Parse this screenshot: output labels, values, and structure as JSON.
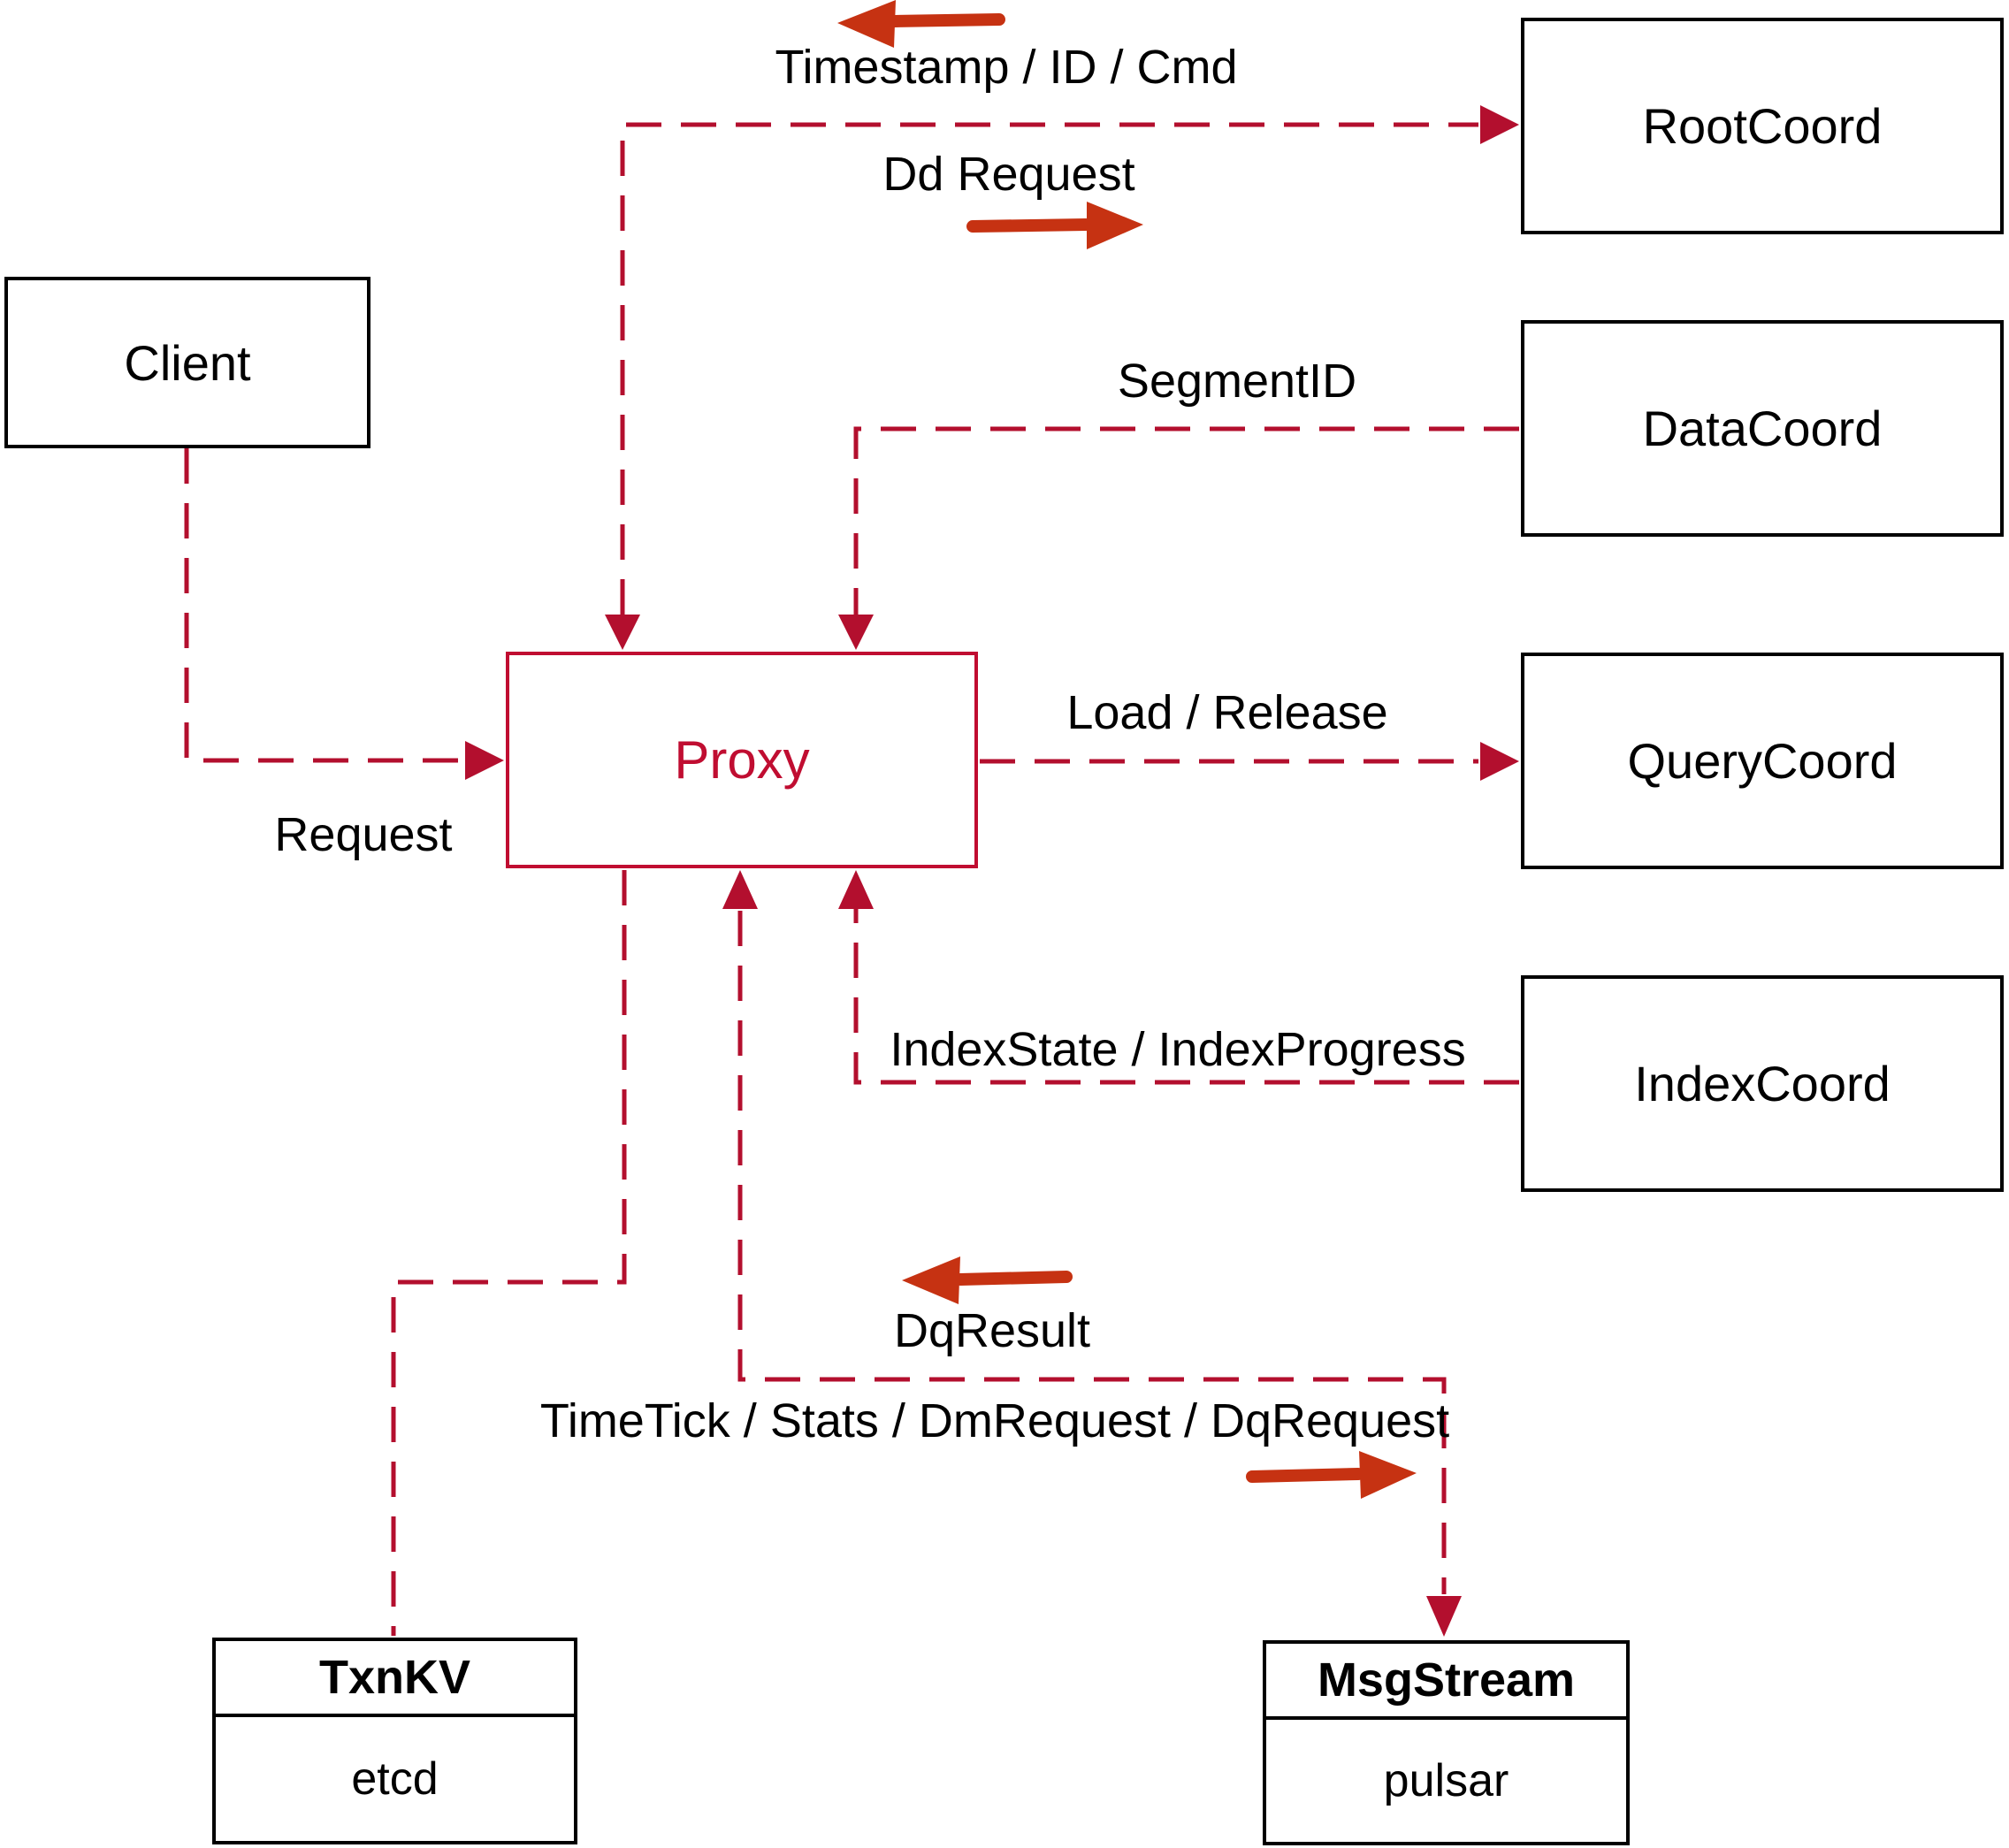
{
  "theme": {
    "dashed_line_red": "#b30f2e",
    "solid_arrow_red": "#c63212",
    "proxy_red": "#c00d31",
    "box_border": "#000000",
    "text_color": "#000000",
    "background": "#ffffff"
  },
  "nodes": {
    "client": {
      "label": "Client"
    },
    "proxy": {
      "label": "Proxy"
    },
    "root_coord": {
      "label": "RootCoord"
    },
    "data_coord": {
      "label": "DataCoord"
    },
    "query_coord": {
      "label": "QueryCoord"
    },
    "index_coord": {
      "label": "IndexCoord"
    },
    "txn_kv": {
      "title": "TxnKV",
      "impl": "etcd"
    },
    "msg_stream": {
      "title": "MsgStream",
      "impl": "pulsar"
    }
  },
  "edges": {
    "client_to_proxy": {
      "label": "Request"
    },
    "proxy_rootcoord_return": {
      "label": "Timestamp / ID / Cmd"
    },
    "proxy_rootcoord_send": {
      "label": "Dd Request"
    },
    "datacoord_to_proxy": {
      "label": "SegmentID"
    },
    "proxy_to_querycoord": {
      "label": "Load / Release"
    },
    "indexcoord_to_proxy": {
      "label": "IndexState / IndexProgress"
    },
    "msgstream_to_proxy": {
      "label": "DqResult"
    },
    "proxy_to_msgstream": {
      "label": "TimeTick / Stats / DmRequest / DqRequest"
    }
  }
}
